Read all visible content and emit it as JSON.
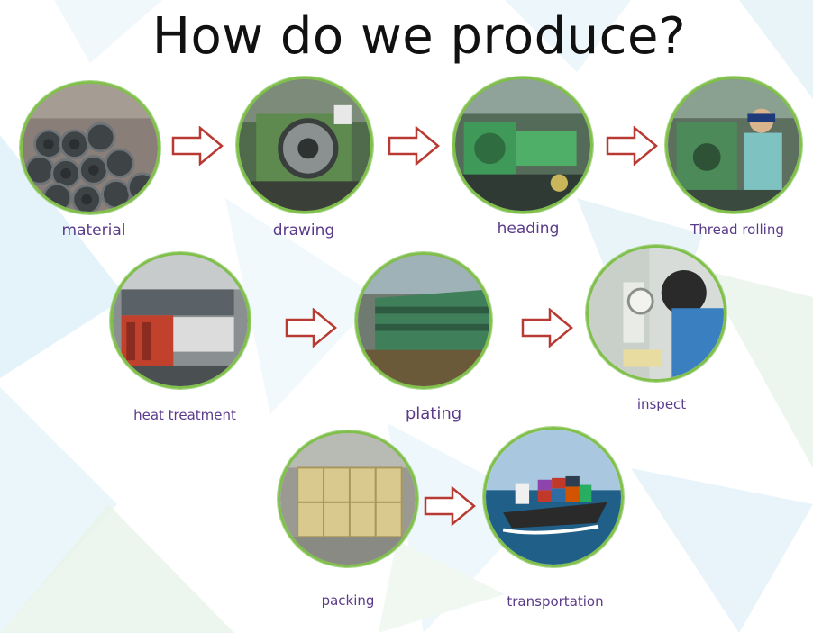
{
  "title": "How do we produce?",
  "steps": [
    {
      "label": "material",
      "icon": "wire-coil-icon"
    },
    {
      "label": "drawing",
      "icon": "drawing-machine-icon"
    },
    {
      "label": "heading",
      "icon": "heading-machine-icon"
    },
    {
      "label": "Thread rolling",
      "icon": "thread-rolling-worker-icon"
    },
    {
      "label": "heat treatment",
      "icon": "furnace-icon"
    },
    {
      "label": "plating",
      "icon": "plating-tank-icon"
    },
    {
      "label": "inspect",
      "icon": "microscope-inspection-icon"
    },
    {
      "label": "packing",
      "icon": "pallet-boxes-icon"
    },
    {
      "label": "transportation",
      "icon": "cargo-ship-icon"
    }
  ],
  "colors": {
    "circle_border": "#7fbf4a",
    "arrow_stroke": "#b83a32",
    "label_text": "#5a3a8a",
    "title_text": "#111111"
  }
}
